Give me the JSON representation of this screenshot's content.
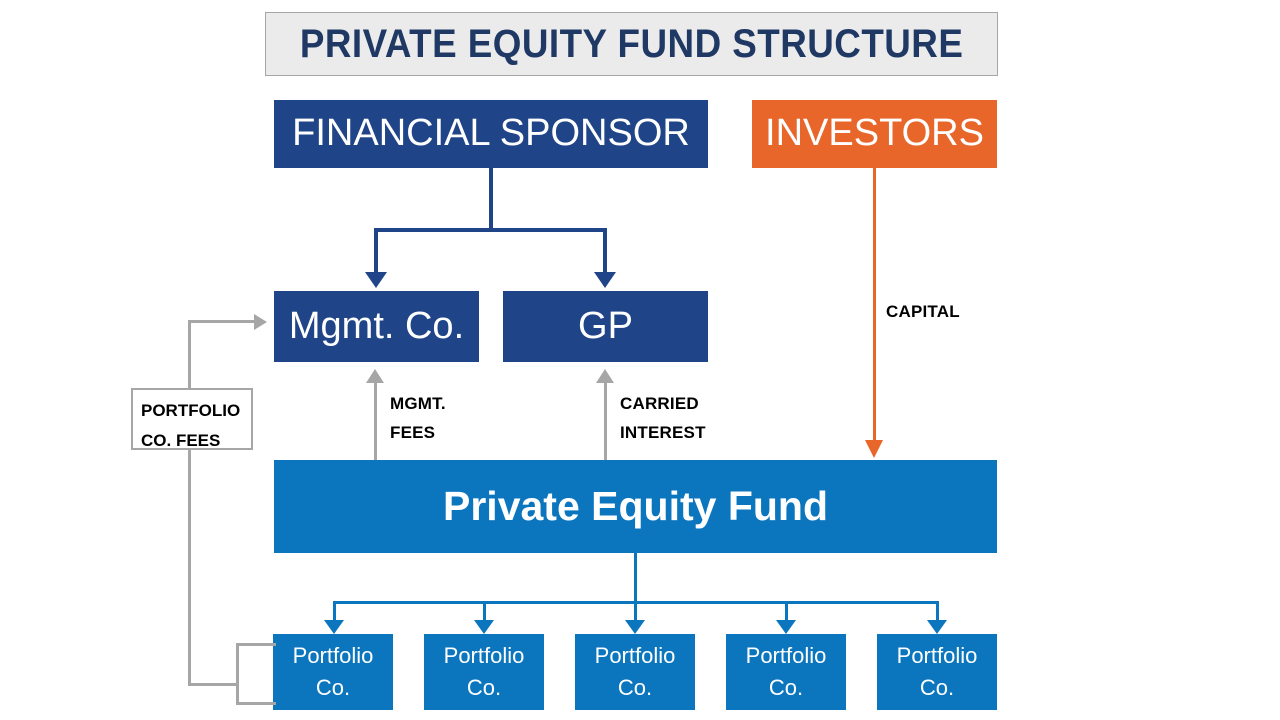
{
  "diagram": {
    "title": "PRIVATE EQUITY FUND STRUCTURE",
    "nodes": {
      "financial_sponsor": "FINANCIAL SPONSOR",
      "investors": "INVESTORS",
      "mgmt_co": "Mgmt. Co.",
      "gp": "GP",
      "fund": "Private Equity Fund"
    },
    "portfolio_companies": [
      {
        "line1": "Portfolio",
        "line2": "Co."
      },
      {
        "line1": "Portfolio",
        "line2": "Co."
      },
      {
        "line1": "Portfolio",
        "line2": "Co."
      },
      {
        "line1": "Portfolio",
        "line2": "Co."
      },
      {
        "line1": "Portfolio",
        "line2": "Co."
      }
    ],
    "flow_labels": {
      "capital": "CAPITAL",
      "mgmt_fees": "MGMT.\nFEES",
      "carried_interest": "CARRIED\nINTEREST",
      "portfolio_co_fees": "PORTFOLIO\nCO. FEES"
    },
    "colors": {
      "navy": "#1f4487",
      "title_text": "#1f3864",
      "orange": "#e8662a",
      "mid_blue": "#0b76be",
      "gray": "#a6a6a6",
      "title_bg": "#ebebeb",
      "background": "#ffffff"
    }
  }
}
